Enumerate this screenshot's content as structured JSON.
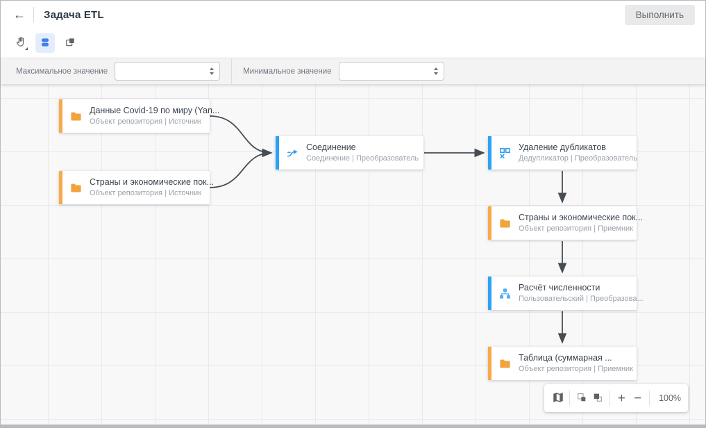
{
  "header": {
    "back_glyph": "←",
    "title": "Задача ETL",
    "run_button": "Выполнить"
  },
  "toolbar": {
    "tools": [
      {
        "name": "pan-hand-tool",
        "state": "normal"
      },
      {
        "name": "node-view-tool",
        "state": "active"
      },
      {
        "name": "fit-selection-tool",
        "state": "normal"
      }
    ]
  },
  "filter_bar": {
    "fields": [
      {
        "label": "Максимальное значение",
        "value": "",
        "type": "number-spinner"
      },
      {
        "label": "Минимальное значение",
        "value": "",
        "type": "number-spinner"
      }
    ]
  },
  "canvas": {
    "nodes": [
      {
        "title": "Данные Covid-19 по миру (Yan...",
        "subtitle": "Объект репозитория | Источник",
        "icon": "folder-icon",
        "accent": "orange"
      },
      {
        "title": "Страны и экономические пок...",
        "subtitle": "Объект репозитория | Источник",
        "icon": "folder-icon",
        "accent": "orange"
      },
      {
        "title": "Соединение",
        "subtitle": "Соединение | Преобразователь",
        "icon": "merge-icon",
        "accent": "blue"
      },
      {
        "title": "Удаление дубликатов",
        "subtitle": "Дедупликатор | Преобразователь",
        "icon": "dedup-icon",
        "accent": "blue"
      },
      {
        "title": "Страны и экономические пок...",
        "subtitle": "Объект репозитория | Приемник",
        "icon": "folder-icon",
        "accent": "orange"
      },
      {
        "title": "Расчёт численности",
        "subtitle": "Пользовательский | Преобразова...",
        "icon": "sitemap-icon",
        "accent": "blue"
      },
      {
        "title": "Таблица (суммарная ...",
        "subtitle": "Объект репозитория | Приемник",
        "icon": "folder-icon",
        "accent": "orange"
      }
    ],
    "edges": [
      {
        "from": "node-source-covid-data",
        "to": "node-join"
      },
      {
        "from": "node-source-countries",
        "to": "node-join"
      },
      {
        "from": "node-join",
        "to": "node-dedup"
      },
      {
        "from": "node-dedup",
        "to": "node-sink-countries"
      },
      {
        "from": "node-sink-countries",
        "to": "node-custom-calc"
      },
      {
        "from": "node-custom-calc",
        "to": "node-sink-table"
      }
    ]
  },
  "zoom_controls": {
    "icons": [
      "minimap-icon",
      "send-backward-icon",
      "bring-forward-icon"
    ],
    "zoom_in_glyph": "+",
    "zoom_out_glyph": "−",
    "zoom_level": "100%"
  },
  "colors": {
    "accent_orange": "#F9A94A",
    "accent_blue": "#2BA2F7",
    "icon_orange": "#F2A33C",
    "icon_blue": "#2F9DF4",
    "icon_blue_light": "#53B1F5",
    "toolbar_active_blue": "#3F7EE8",
    "toolbar_active_bg": "#E4EDFB",
    "edge_gray": "#464c52",
    "title_text": "#2D3846",
    "muted_text": "#9BA2AB"
  }
}
